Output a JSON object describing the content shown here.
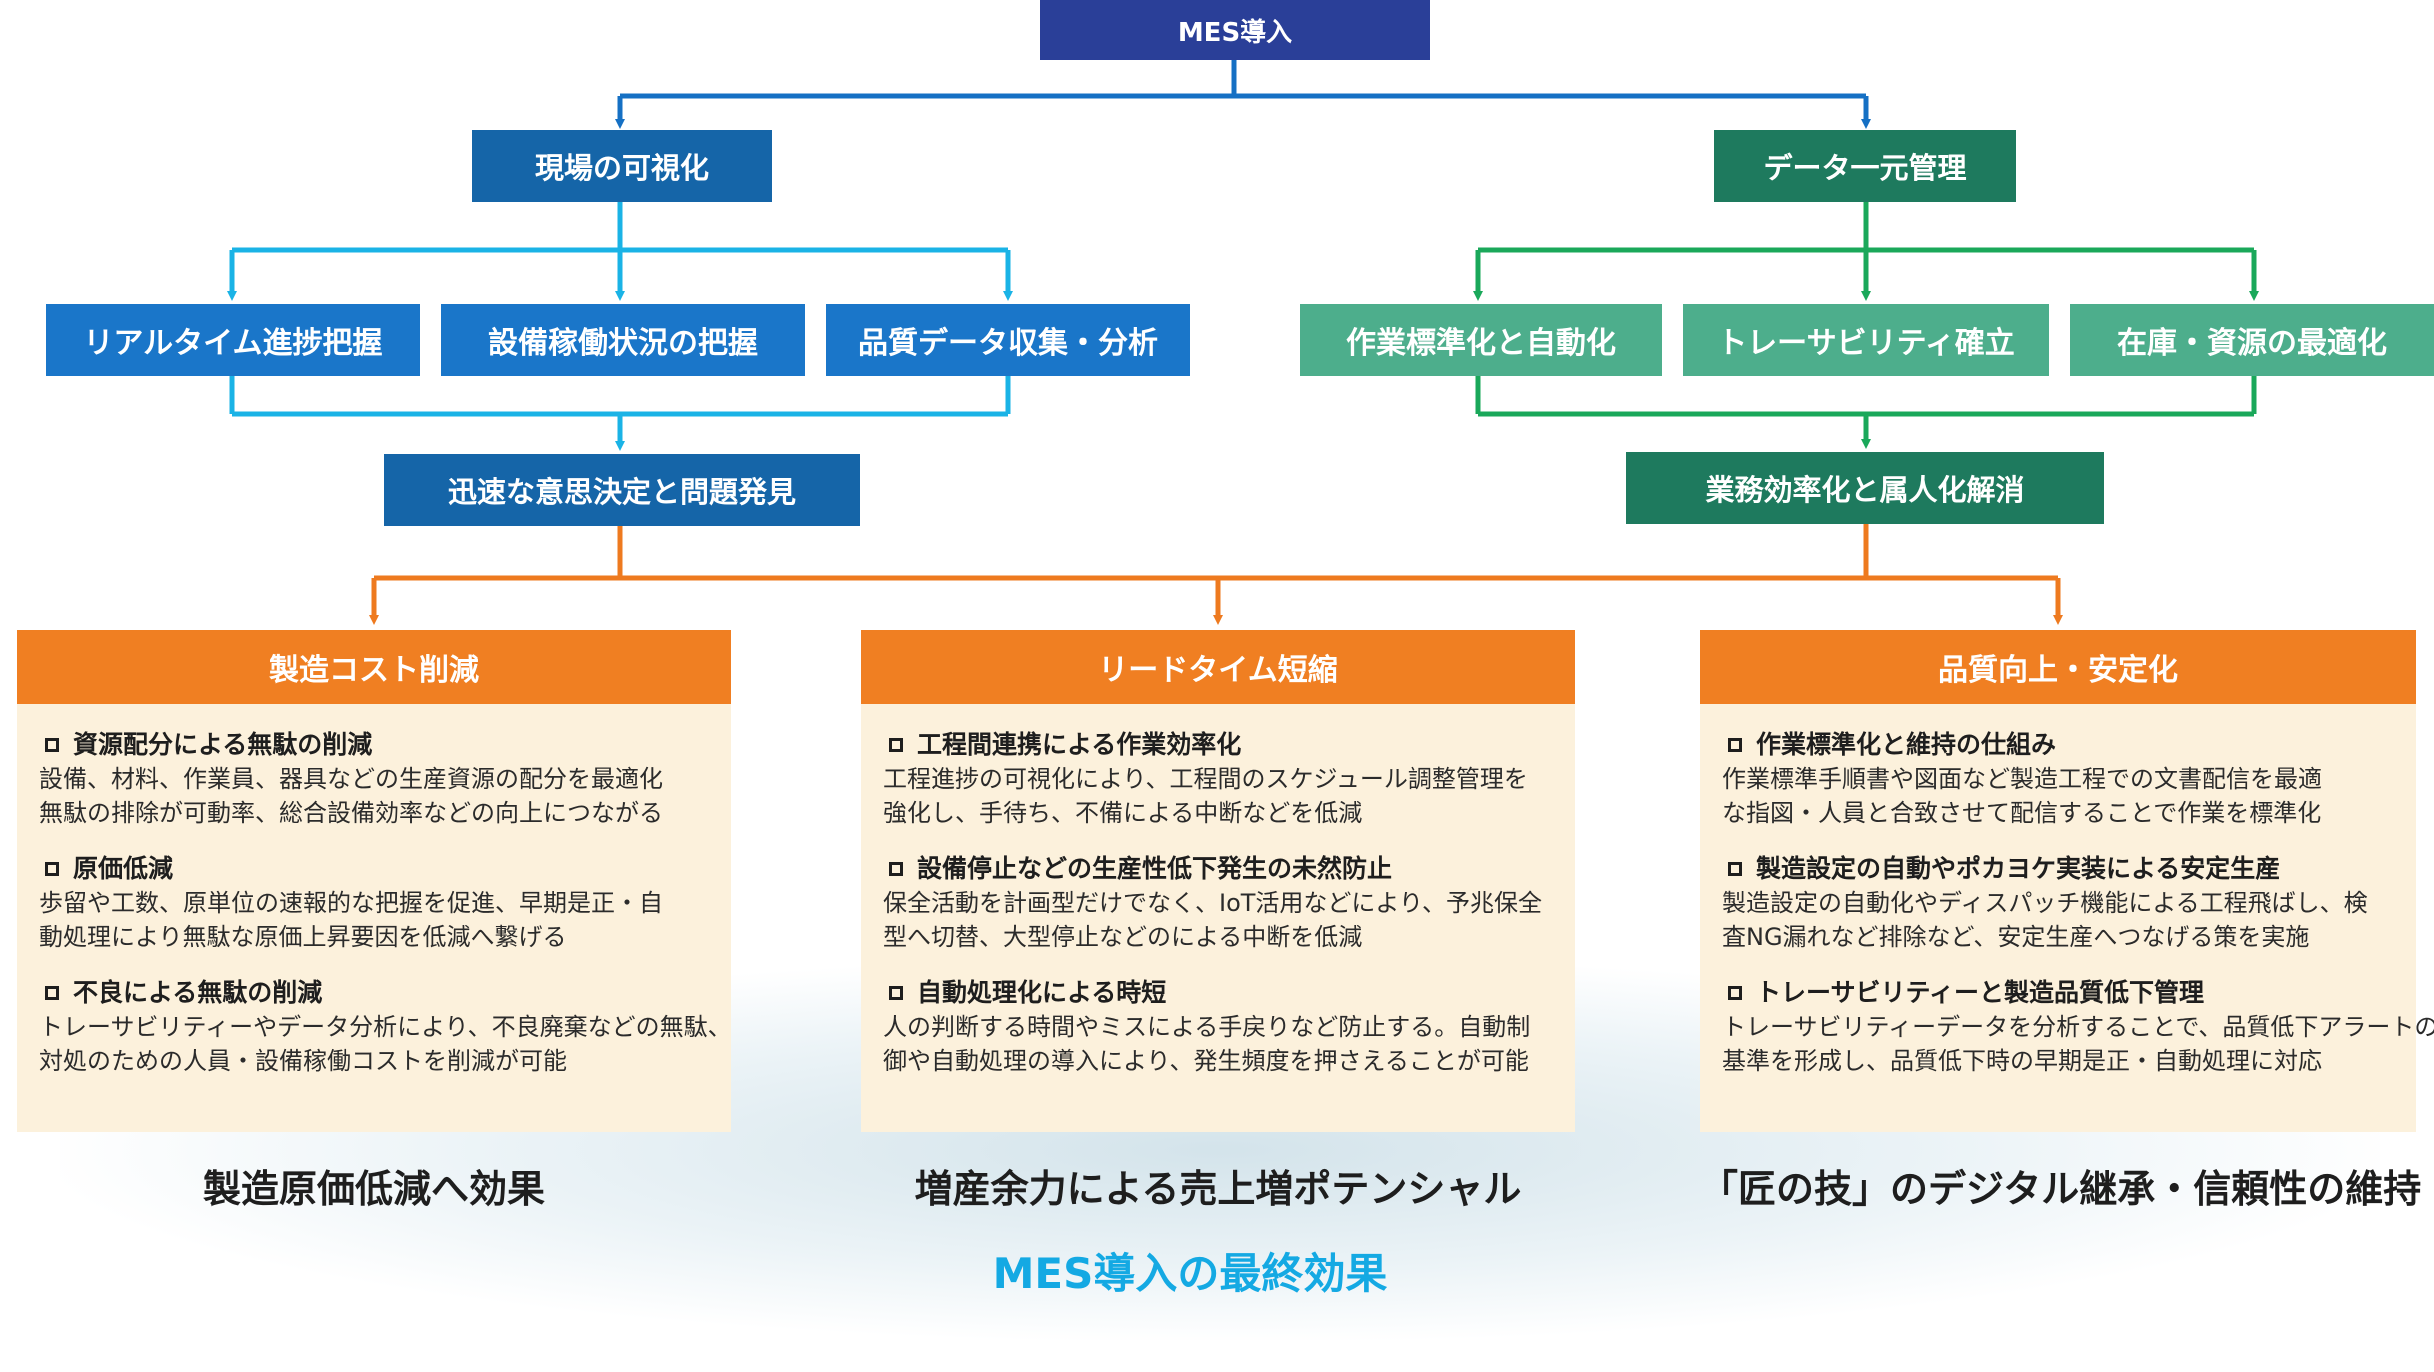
{
  "root": {
    "label": "MES導入"
  },
  "branches": {
    "left": {
      "label": "現場の可視化",
      "children": [
        "リアルタイム進捗把握",
        "設備稼働状況の把握",
        "品質データ収集・分析"
      ],
      "result": "迅速な意思決定と問題発見"
    },
    "right": {
      "label": "データ一元管理",
      "children": [
        "作業標準化と自動化",
        "トレーサビリティ確立",
        "在庫・資源の最適化"
      ],
      "result": "業務効率化と属人化解消"
    }
  },
  "panels": [
    {
      "header": "製造コスト削減",
      "items": [
        {
          "title": "資源配分による無駄の削減",
          "desc": [
            "設備、材料、作業員、器具などの生産資源の配分を最適化",
            "無駄の排除が可動率、総合設備効率などの向上につながる"
          ]
        },
        {
          "title": "原価低減",
          "desc": [
            "歩留や工数、原単位の速報的な把握を促進、早期是正・自",
            "動処理により無駄な原価上昇要因を低減へ繋げる"
          ]
        },
        {
          "title": "不良による無駄の削減",
          "desc": [
            "トレーサビリティーやデータ分析により、不良廃棄などの無駄、",
            "対処のための人員・設備稼働コストを削減が可能"
          ]
        }
      ],
      "effect": "製造原価低減へ効果"
    },
    {
      "header": "リードタイム短縮",
      "items": [
        {
          "title": "工程間連携による作業効率化",
          "desc": [
            "工程進捗の可視化により、工程間のスケジュール調整管理を",
            "強化し、手待ち、不備による中断などを低減"
          ]
        },
        {
          "title": "設備停止などの生産性低下発生の未然防止",
          "desc": [
            "保全活動を計画型だけでなく、IoT活用などにより、予兆保全",
            "型へ切替、大型停止などのによる中断を低減"
          ]
        },
        {
          "title": "自動処理化による時短",
          "desc": [
            "人の判断する時間やミスによる手戻りなど防止する。自動制",
            "御や自動処理の導入により、発生頻度を押さえることが可能"
          ]
        }
      ],
      "effect": "増産余力による売上増ポテンシャル"
    },
    {
      "header": "品質向上・安定化",
      "items": [
        {
          "title": "作業標準化と維持の仕組み",
          "desc": [
            "作業標準手順書や図面など製造工程での文書配信を最適",
            "な指図・人員と合致させて配信することで作業を標準化"
          ]
        },
        {
          "title": "製造設定の自動やポカヨケ実装による安定生産",
          "desc": [
            "製造設定の自動化やディスパッチ機能による工程飛ばし、検",
            "査NG漏れなど排除など、安定生産へつなげる策を実施"
          ]
        },
        {
          "title": "トレーサビリティーと製造品質低下管理",
          "desc": [
            "トレーサビリティーデータを分析することで、品質低下アラートの",
            "基準を形成し、品質低下時の早期是正・自動処理に対応"
          ]
        }
      ],
      "effect": "「匠の技」のデジタル継承・信頼性の維持"
    }
  ],
  "final": "MES導入の最終効果",
  "colors": {
    "root": "#2a3f98",
    "left_connector": "#1ab3e6",
    "right_connector": "#1aa85a",
    "orange_connector": "#ee7a1f",
    "final_text": "#14a9e3"
  }
}
